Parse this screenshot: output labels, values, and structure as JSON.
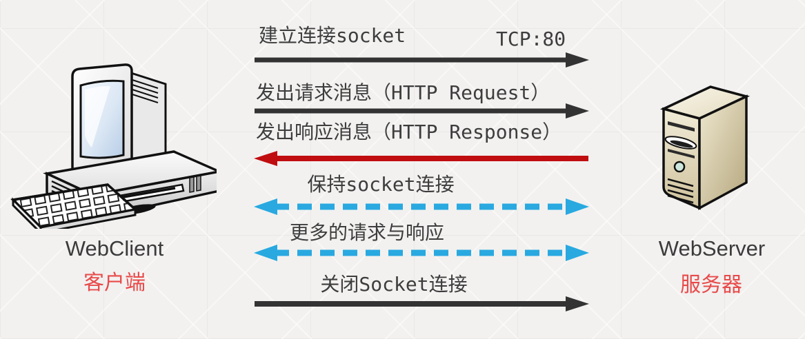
{
  "diagram": {
    "client": {
      "name": "WebClient",
      "name_zh": "客户端",
      "icon": "desktop-computer-icon"
    },
    "server": {
      "name": "WebServer",
      "name_zh": "服务器",
      "icon": "server-tower-icon"
    },
    "messages": [
      {
        "label": "建立连接socket",
        "annotation": "TCP:80",
        "direction": "right",
        "style": "solid",
        "color": "#333333"
      },
      {
        "label": "发出请求消息（HTTP Request）",
        "direction": "right",
        "style": "solid",
        "color": "#333333"
      },
      {
        "label": "发出响应消息（HTTP Response）",
        "direction": "left",
        "style": "solid",
        "color": "#c00d10"
      },
      {
        "label": "保持socket连接",
        "direction": "both",
        "style": "dashed",
        "color": "#29a9e0"
      },
      {
        "label": "更多的请求与响应",
        "direction": "both",
        "style": "dashed",
        "color": "#29a9e0"
      },
      {
        "label": "关闭Socket连接",
        "direction": "right",
        "style": "solid",
        "color": "#333333"
      }
    ],
    "colors": {
      "arrow_black": "#333333",
      "arrow_red": "#c00d10",
      "arrow_blue": "#29a9e0",
      "label_text": "#3d3d3d",
      "host_zh_red": "#e84a4a",
      "background": "#f2f1f0"
    }
  }
}
